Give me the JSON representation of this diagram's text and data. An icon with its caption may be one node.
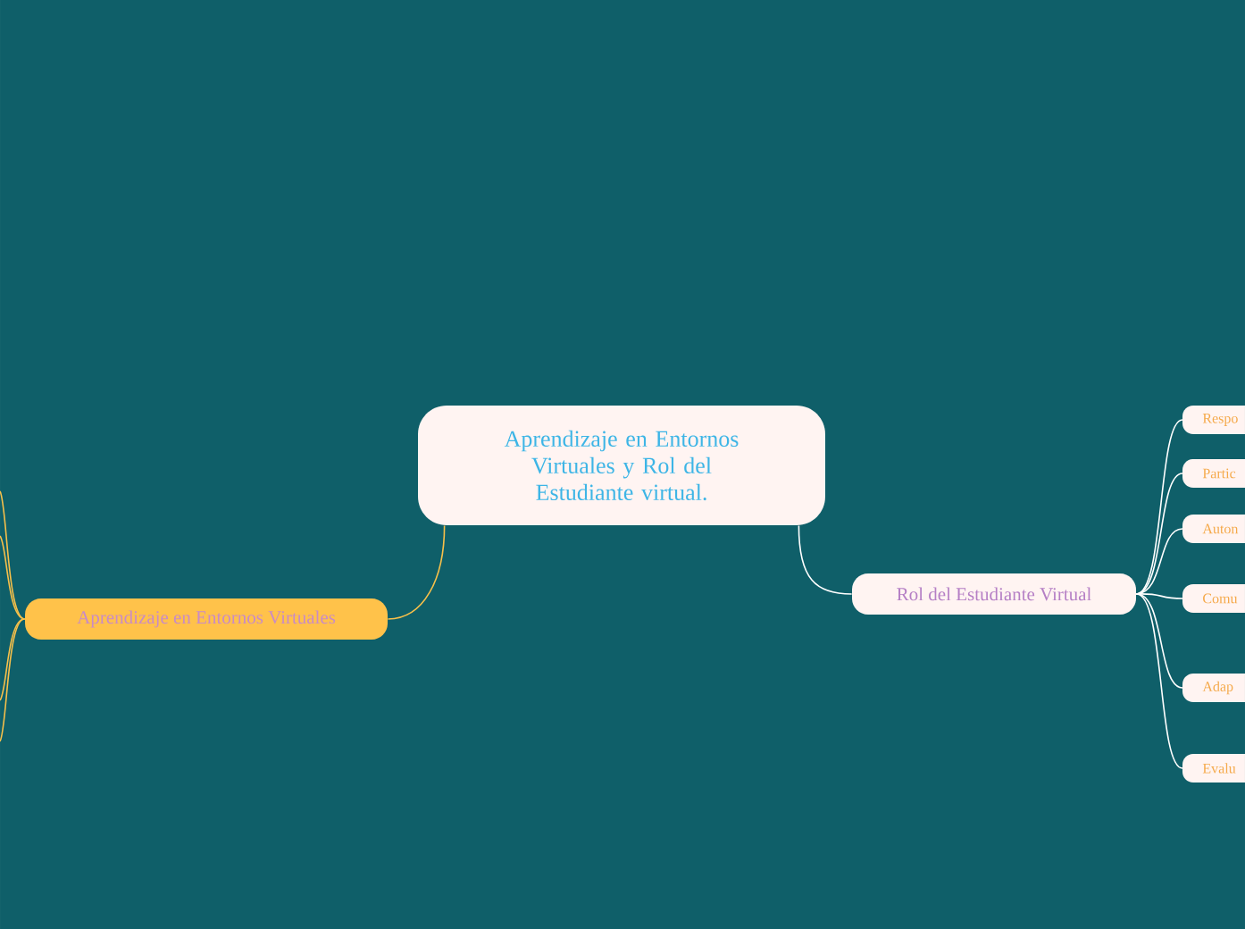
{
  "diagram": {
    "nodes": [
      {
        "text": [
          "Aprendizaje en Entornos Virtuales y Rol del Estudiante virtual."
        ]
      },
      {
        "text": [
          "Aprendizaje en Entornos Virtuales"
        ]
      },
      {
        "text": [
          "Rol del Estudiante Virtual"
        ]
      },
      {
        "text": [
          "Respo"
        ]
      },
      {
        "text": [
          "Partic"
        ]
      },
      {
        "text": [
          "Auton"
        ]
      },
      {
        "text": [
          "Comu"
        ]
      },
      {
        "text": [
          "Adap"
        ]
      },
      {
        "text": [
          "Evalu"
        ]
      }
    ],
    "edges": [
      {
        "from": 0,
        "to": 1,
        "arrow": "none",
        "color": "#f7c04a"
      },
      {
        "from": 0,
        "to": 2,
        "arrow": "none"
      },
      {
        "from": 2,
        "to": 3,
        "arrow": "none"
      },
      {
        "from": 2,
        "to": 4,
        "arrow": "none"
      },
      {
        "from": 2,
        "to": 5,
        "arrow": "none"
      },
      {
        "from": 2,
        "to": 6,
        "arrow": "none"
      },
      {
        "from": 2,
        "to": 7,
        "arrow": "none"
      },
      {
        "from": 2,
        "to": 8,
        "arrow": "none"
      },
      {
        "from": 1,
        "to": null,
        "arrow": "none",
        "color": "#f7c04a"
      },
      {
        "from": 1,
        "to": null,
        "arrow": "none",
        "color": "#f7c04a"
      },
      {
        "from": 1,
        "to": null,
        "arrow": "none",
        "color": "#f7c04a"
      },
      {
        "from": 1,
        "to": null,
        "arrow": "none",
        "color": "#f7c04a"
      }
    ]
  }
}
